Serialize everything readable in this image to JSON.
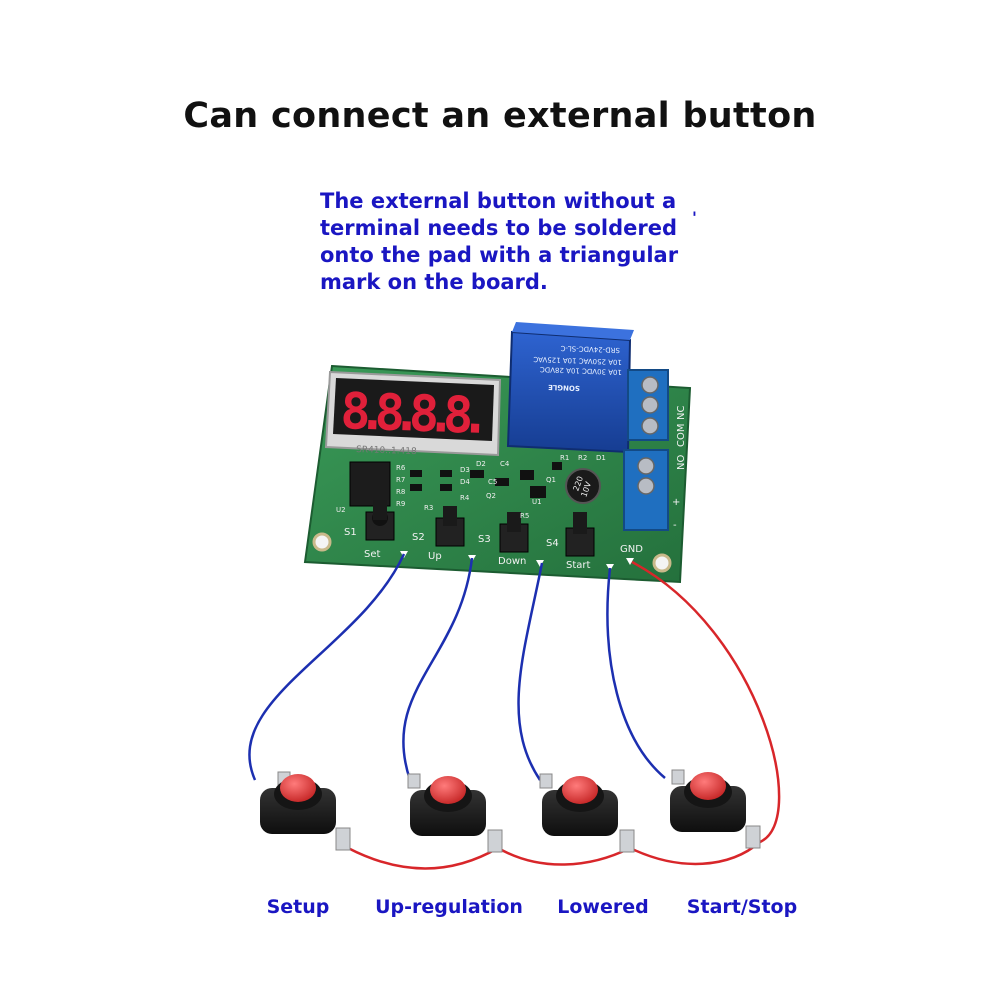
{
  "title": "Can connect an external button",
  "note": {
    "lines": [
      "The external button without a",
      "terminal needs to be soldered",
      "onto the pad with a triangular",
      "mark on the board."
    ],
    "stray_mark": "'"
  },
  "board": {
    "display_digits": "8.8.8.8.",
    "display_part_number": "SR410..1.418",
    "relay_lines": [
      "SRD-24VDC-SL-C",
      "10A 250VAC 10A 125VAC",
      "10A 30VDC 10A 28VDC",
      "SONGLE"
    ],
    "terminal_labels": [
      "NO",
      "COM",
      "NC"
    ],
    "power_labels": [
      "+",
      "-"
    ],
    "capacitor_lines": [
      "220",
      "10V"
    ],
    "button_silkscreen": [
      "Set",
      "Up",
      "Down",
      "Start"
    ],
    "switch_refs": [
      "S1",
      "S2",
      "S3",
      "S4"
    ],
    "gnd_label": "GND",
    "part_refs": [
      "U2",
      "R6",
      "R7",
      "R8",
      "R9",
      "D3",
      "D4",
      "Q2",
      "R4",
      "R5",
      "C4",
      "C5",
      "D2",
      "R1",
      "R2",
      "D1",
      "U1",
      "Q1",
      "R3"
    ]
  },
  "external_buttons": [
    {
      "label": "Setup"
    },
    {
      "label": "Up-regulation"
    },
    {
      "label": "Lowered"
    },
    {
      "label": "Start/Stop"
    }
  ],
  "colors": {
    "title": "#111111",
    "annotation_text": "#1a16c2",
    "pcb": "#2f8a4d",
    "display_digits": "#e0203a",
    "relay": "#1f4fb8",
    "terminal_block": "#1f6fc0",
    "signal_wire": "#1c2fb0",
    "ground_wire": "#d8262a",
    "button_cap": "#e03a3a",
    "button_body": "#1b1b1b"
  }
}
